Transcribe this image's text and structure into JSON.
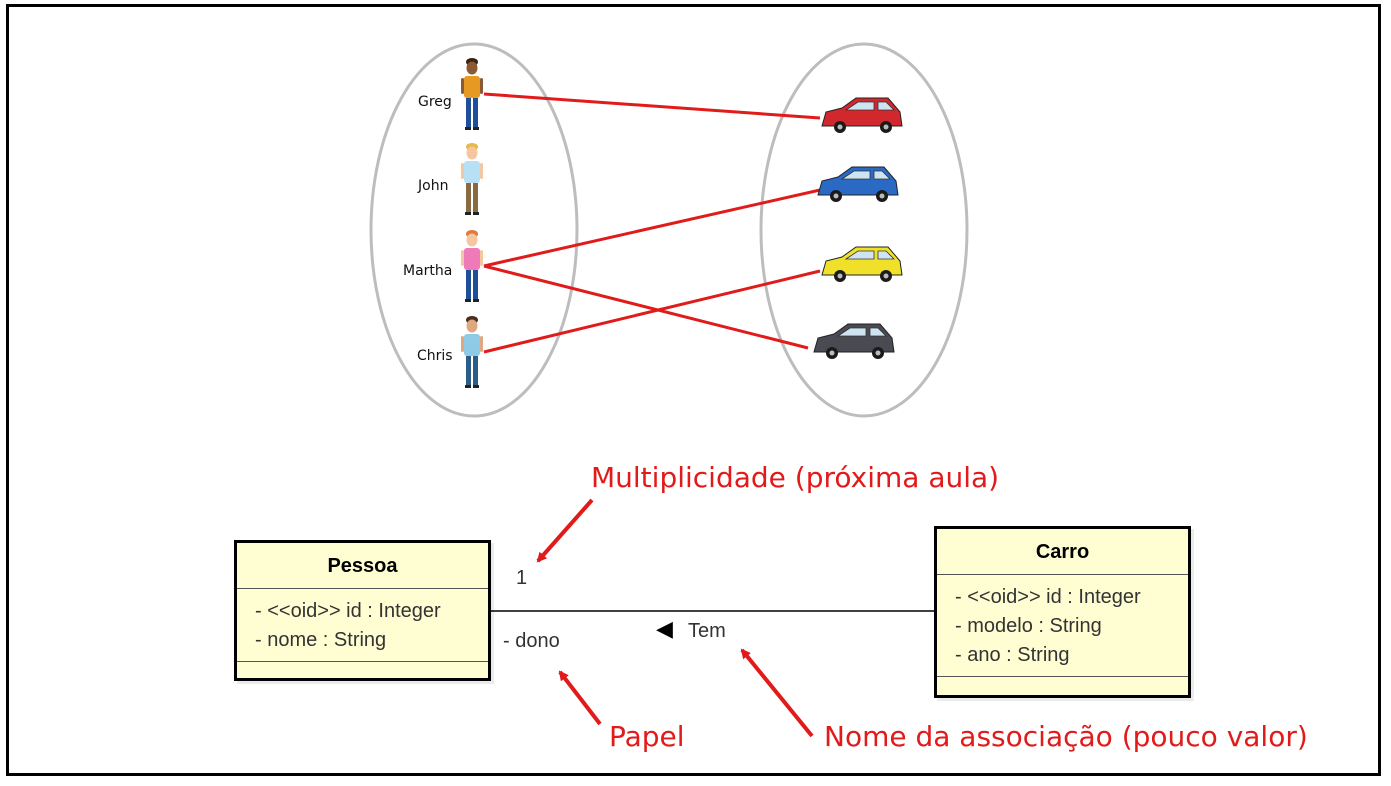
{
  "people": [
    {
      "name": "Greg",
      "icon": "person-greg-icon",
      "shirt": "#e79a23",
      "pants": "#1f4e9b",
      "hair": "#3a2410",
      "skin": "#8a5a35"
    },
    {
      "name": "John",
      "icon": "person-john-icon",
      "shirt": "#b8e0f5",
      "pants": "#8a6a40",
      "hair": "#e8b84a",
      "skin": "#f4c7a0"
    },
    {
      "name": "Martha",
      "icon": "person-martha-icon",
      "shirt": "#ee7ab8",
      "pants": "#1f4e9b",
      "hair": "#e07a3a",
      "skin": "#f4c7a0"
    },
    {
      "name": "Chris",
      "icon": "person-chris-icon",
      "shirt": "#8ecae6",
      "pants": "#2a5d8a",
      "hair": "#4a2f1a",
      "skin": "#e0a880"
    }
  ],
  "cars": [
    {
      "icon": "red-car-icon",
      "color": "#d0282c"
    },
    {
      "icon": "blue-car-icon",
      "color": "#2a6ac4"
    },
    {
      "icon": "yellow-car-icon",
      "color": "#f0e02a"
    },
    {
      "icon": "gray-car-icon",
      "color": "#4a4a52"
    }
  ],
  "links_color": "#e11a1a",
  "classes": {
    "pessoa": {
      "name": "Pessoa",
      "attributes": [
        "- <<oid>> id : Integer",
        "- nome : String"
      ]
    },
    "carro": {
      "name": "Carro",
      "attributes": [
        "- <<oid>> id : Integer",
        "- modelo : String",
        "- ano : String"
      ]
    }
  },
  "association": {
    "multiplicity": "1",
    "role": "- dono",
    "name": "Tem",
    "direction_marker": "◀"
  },
  "annotations": {
    "multiplicity": "Multiplicidade (próxima aula)",
    "role": "Papel",
    "association_name": "Nome da associação (pouco valor)",
    "color": "#e11a1a"
  }
}
